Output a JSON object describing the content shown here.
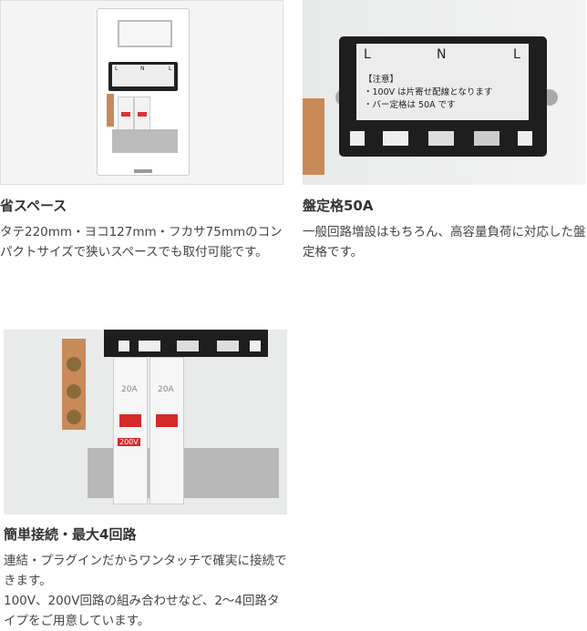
{
  "features": [
    {
      "title": "省スペース",
      "description": "タテ220mm・ヨコ127mm・フカサ75mmのコンパクトサイズで狭いスペースでも取付可能です。",
      "photo": {
        "labels": [
          "L",
          "N",
          "L"
        ]
      }
    },
    {
      "title": "盤定格50A",
      "description": "一般回路増設はもちろん、高容量負荷に対応した盤定格です。",
      "photo": {
        "labels": [
          "L",
          "N",
          "L"
        ],
        "notice_heading": "【注意】",
        "notice_lines": [
          "・100V は片寄せ配線となります",
          "・バー定格は 50A です"
        ]
      }
    },
    {
      "title": "簡単接続・最大4回路",
      "description": "連結・プラグインだからワンタッチで確実に接続できます。\n100V、200V回路の組み合わせなど、2〜4回路タイプをご用意しています。",
      "photo": {
        "breaker_ratings": [
          "20A",
          "20A"
        ],
        "voltage_tag": "200V"
      }
    }
  ]
}
